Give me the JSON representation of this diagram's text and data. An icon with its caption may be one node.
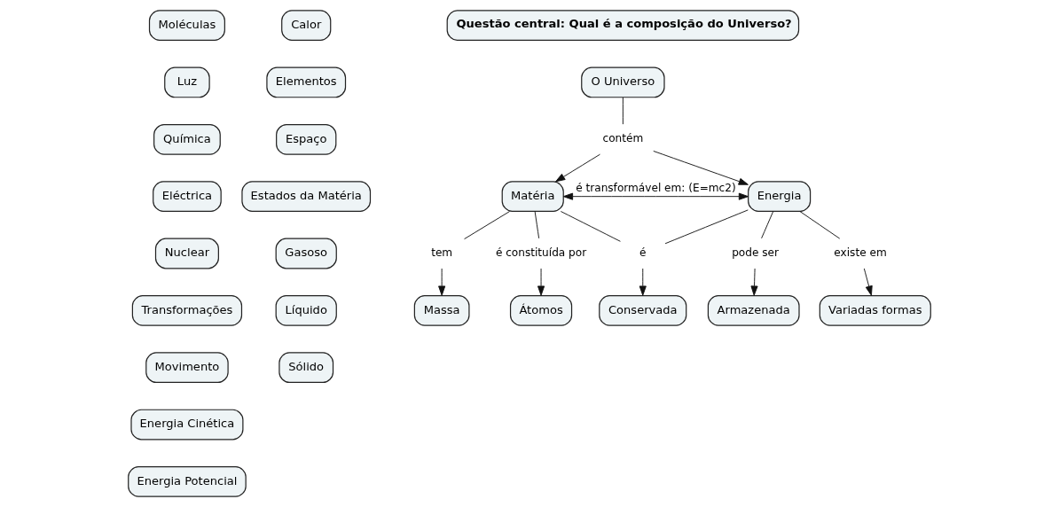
{
  "diagram": {
    "nodes": [
      {
        "text": [
          "Moléculas"
        ]
      },
      {
        "text": [
          "Luz"
        ]
      },
      {
        "text": [
          "Química"
        ]
      },
      {
        "text": [
          "Eléctrica"
        ]
      },
      {
        "text": [
          "Nuclear"
        ]
      },
      {
        "text": [
          "Transformações"
        ]
      },
      {
        "text": [
          "Movimento"
        ]
      },
      {
        "text": [
          "Energia Cinética"
        ]
      },
      {
        "text": [
          "Energia Potencial"
        ]
      },
      {
        "text": [
          "Calor"
        ]
      },
      {
        "text": [
          "Elementos"
        ]
      },
      {
        "text": [
          "Espaço"
        ]
      },
      {
        "text": [
          "Estados da Matéria"
        ]
      },
      {
        "text": [
          "Gasoso"
        ]
      },
      {
        "text": [
          "Líquido"
        ]
      },
      {
        "text": [
          "Sólido"
        ]
      },
      {
        "text": [
          "Questão central: Qual é a composição do Universo?"
        ]
      },
      {
        "text": [
          "O Universo"
        ]
      },
      {
        "text": [
          "contém"
        ]
      },
      {
        "text": [
          "Matéria"
        ]
      },
      {
        "text": [
          "Energia"
        ]
      },
      {
        "text": [
          "tem"
        ]
      },
      {
        "text": [
          "é constituída por"
        ]
      },
      {
        "text": [
          "é"
        ]
      },
      {
        "text": [
          "pode ser"
        ]
      },
      {
        "text": [
          "existe em"
        ]
      },
      {
        "text": [
          "Massa"
        ]
      },
      {
        "text": [
          "Átomos"
        ]
      },
      {
        "text": [
          "Conservada"
        ]
      },
      {
        "text": [
          "Armazenada"
        ]
      },
      {
        "text": [
          "Variadas formas"
        ]
      }
    ],
    "edges": [
      {
        "from": 17,
        "to": 18,
        "arrow": "none"
      },
      {
        "from": 18,
        "to": 19,
        "arrow": "to"
      },
      {
        "from": 18,
        "to": 20,
        "arrow": "to"
      },
      {
        "from": 19,
        "to": 20,
        "arrow": "both",
        "label": "é transformável em: (E=mc2)"
      },
      {
        "from": 19,
        "to": 21,
        "arrow": "none"
      },
      {
        "from": 21,
        "to": 26,
        "arrow": "to"
      },
      {
        "from": 19,
        "to": 22,
        "arrow": "none"
      },
      {
        "from": 22,
        "to": 27,
        "arrow": "to"
      },
      {
        "from": 19,
        "to": 23,
        "arrow": "none"
      },
      {
        "from": 20,
        "to": 23,
        "arrow": "none"
      },
      {
        "from": 23,
        "to": 28,
        "arrow": "to"
      },
      {
        "from": 20,
        "to": 24,
        "arrow": "none"
      },
      {
        "from": 24,
        "to": 29,
        "arrow": "to"
      },
      {
        "from": 20,
        "to": 25,
        "arrow": "none"
      },
      {
        "from": 25,
        "to": 30,
        "arrow": "to"
      }
    ]
  }
}
